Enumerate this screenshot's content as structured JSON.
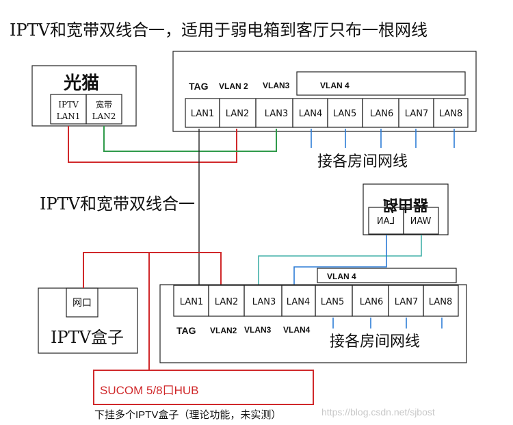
{
  "title": "IPTV和宽带双线合一，适用于弱电箱到客厅只布一根网线",
  "modem": {
    "name": "光猫",
    "ports": [
      {
        "line1": "IPTV",
        "line2": "LAN1"
      },
      {
        "line1": "宽带",
        "line2": "LAN2"
      }
    ]
  },
  "switch_top": {
    "ports": [
      "LAN1",
      "LAN2",
      "LAN3",
      "LAN4",
      "LAN5",
      "LAN6",
      "LAN7",
      "LAN8"
    ],
    "labels": {
      "tag": "TAG",
      "vlan2": "VLAN 2",
      "vlan3": "VLAN3",
      "vlan4": "VLAN 4"
    },
    "room_text": "接各房间网线"
  },
  "middle_text": "IPTV和宽带双线合一",
  "router": {
    "name_flipped": "路由器",
    "ports": [
      "LAN",
      "WAN"
    ]
  },
  "iptv_box": {
    "port": "网口",
    "name": "IPTV盒子"
  },
  "switch_bottom": {
    "ports": [
      "LAN1",
      "LAN2",
      "LAN3",
      "LAN4",
      "LAN5",
      "LAN6",
      "LAN7",
      "LAN8"
    ],
    "labels": {
      "vlan4_top": "VLAN 4",
      "tag": "TAG",
      "vlan2": "VLAN2",
      "vlan3": "VLAN3",
      "vlan4": "VLAN4"
    },
    "room_text": "接各房间网线"
  },
  "hub": {
    "name": "SUCOM 5/8口HUB",
    "note": "下挂多个IPTV盒子（理论功能，未实测）"
  },
  "watermark": "https://blog.csdn.net/sjbost",
  "colors": {
    "red": "#d0282a",
    "green": "#2f9a4a",
    "blue": "#2b7bd6",
    "teal": "#42b0a8",
    "black": "#222222"
  }
}
